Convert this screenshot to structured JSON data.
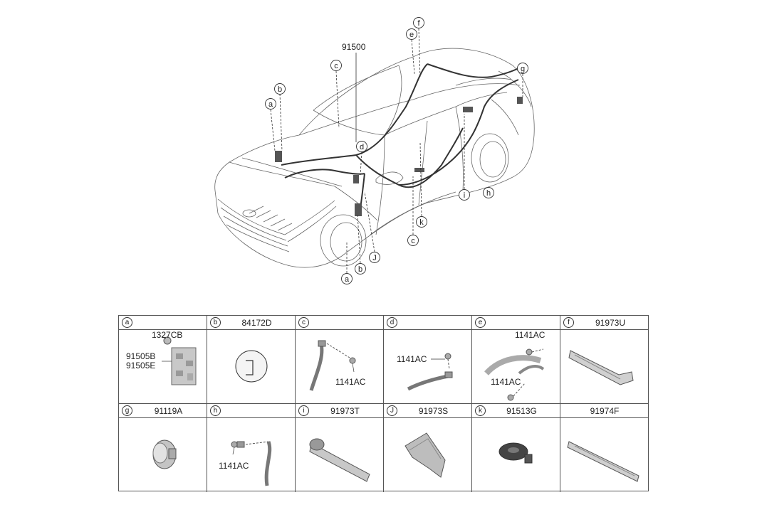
{
  "main_label": "91500",
  "callouts": {
    "a": "a",
    "b": "b",
    "c": "c",
    "d": "d",
    "e": "e",
    "f": "f",
    "g": "g",
    "h": "h",
    "i": "i",
    "j": "J",
    "k": "k"
  },
  "parts": [
    {
      "letter": "a",
      "part_no": "",
      "labels": [
        "1327CB",
        "91505B",
        "91505E"
      ]
    },
    {
      "letter": "b",
      "part_no": "84172D",
      "labels": []
    },
    {
      "letter": "c",
      "part_no": "",
      "labels": [
        "1141AC"
      ]
    },
    {
      "letter": "d",
      "part_no": "",
      "labels": [
        "1141AC"
      ]
    },
    {
      "letter": "e",
      "part_no": "",
      "labels": [
        "1141AC",
        "1141AC"
      ]
    },
    {
      "letter": "f",
      "part_no": "91973U",
      "labels": []
    },
    {
      "letter": "g",
      "part_no": "91119A",
      "labels": []
    },
    {
      "letter": "h",
      "part_no": "",
      "labels": [
        "1141AC"
      ]
    },
    {
      "letter": "i",
      "part_no": "91973T",
      "labels": []
    },
    {
      "letter": "J",
      "part_no": "91973S",
      "labels": []
    },
    {
      "letter": "k",
      "part_no": "91513G",
      "labels": []
    },
    {
      "letter": "",
      "part_no": "91974F",
      "labels": []
    }
  ]
}
